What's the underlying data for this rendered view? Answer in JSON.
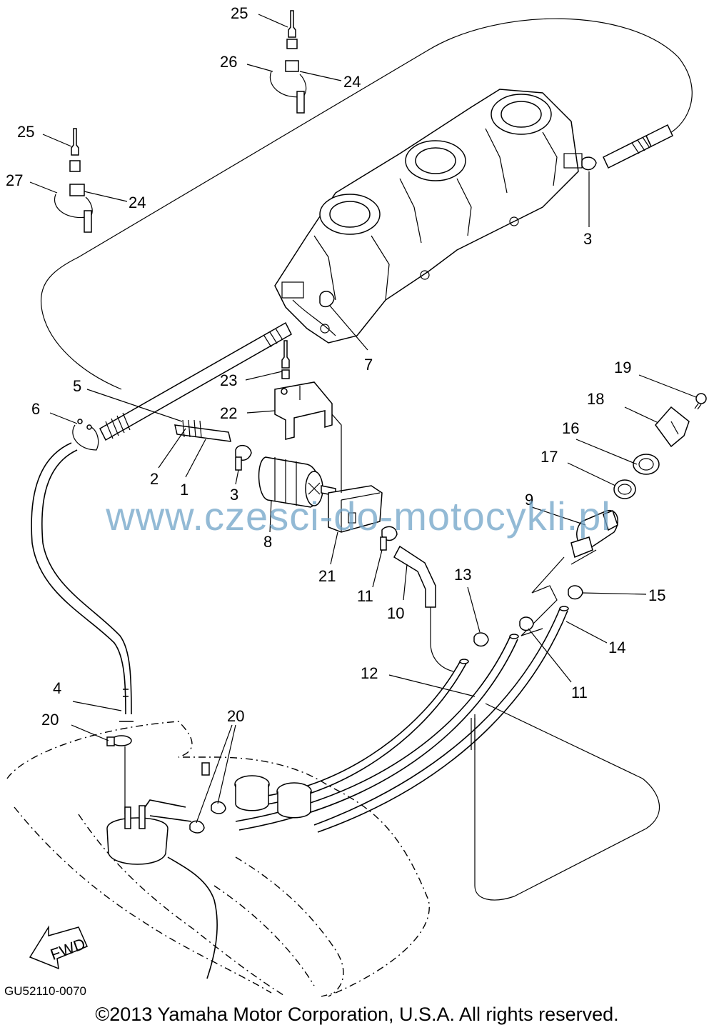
{
  "diagram": {
    "callouts": [
      "1",
      "2",
      "3",
      "3",
      "4",
      "5",
      "6",
      "7",
      "8",
      "9",
      "10",
      "11",
      "11",
      "12",
      "13",
      "14",
      "15",
      "16",
      "17",
      "18",
      "19",
      "20",
      "20",
      "21",
      "22",
      "23",
      "24",
      "24",
      "25",
      "25",
      "26",
      "27"
    ],
    "direction_arrow": "FWD",
    "drawing_code": "GU52110-0070",
    "watermark": "www.czesci-do-motocykli.pl",
    "copyright": "©2013 Yamaha Motor Corporation, U.S.A. All rights reserved."
  },
  "colors": {
    "line": "#000000",
    "watermark": "#6fa3c8",
    "background": "#ffffff"
  },
  "icons": [
    "fwd-arrow-icon"
  ]
}
